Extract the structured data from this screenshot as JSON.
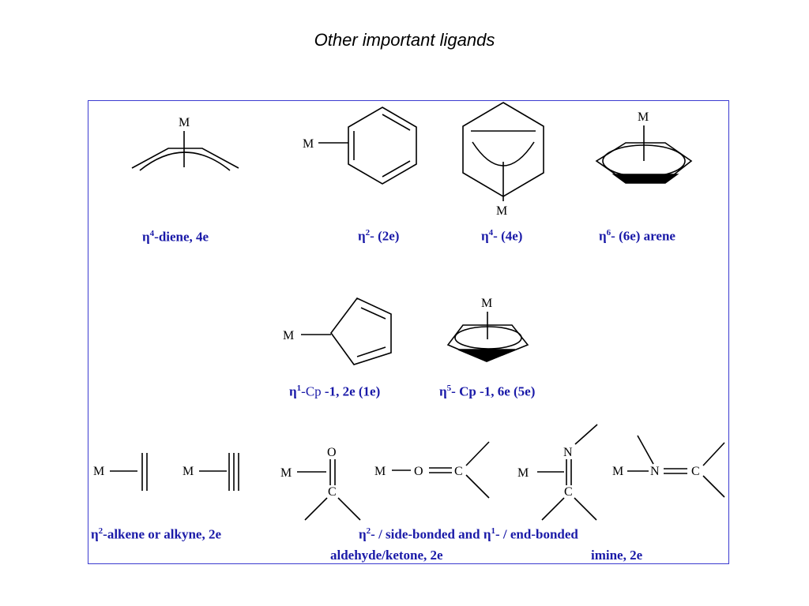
{
  "title": "Other important ligands",
  "atoms": {
    "metal": "M",
    "oxygen": "O",
    "carbon": "C",
    "nitrogen": "N"
  },
  "captions": {
    "diene": {
      "eta": "η",
      "sup": "4",
      "rest": "-diene, 4e"
    },
    "eta2": {
      "eta": "η",
      "sup": "2",
      "rest": "- (2e)"
    },
    "eta4": {
      "eta": "η",
      "sup": "4",
      "rest": "- (4e)"
    },
    "eta6": {
      "eta": "η",
      "sup": "6",
      "rest": "- (6e) arene"
    },
    "cp1": {
      "eta": "η",
      "sup": "1",
      "mid": "-Cp",
      "rest": " -1, 2e (1e)"
    },
    "cp5": {
      "eta": "η",
      "sup": "5",
      "rest": "- Cp -1, 6e (5e)"
    },
    "alkene": {
      "eta": "η",
      "sup": "2",
      "rest": "-alkene or alkyne, 2e"
    },
    "carbonyl": {
      "eta1": "η",
      "sup1": "2",
      "part1": "- / side-bonded and ",
      "eta2": "η",
      "sup2": "1",
      "part2": "- / end-bonded"
    },
    "aldehyde": "aldehyde/ketone, 2e",
    "imine": "imine, 2e"
  },
  "colors": {
    "caption": "#1a1aa8",
    "frame": "#3a3ad0",
    "ink": "#000000"
  }
}
